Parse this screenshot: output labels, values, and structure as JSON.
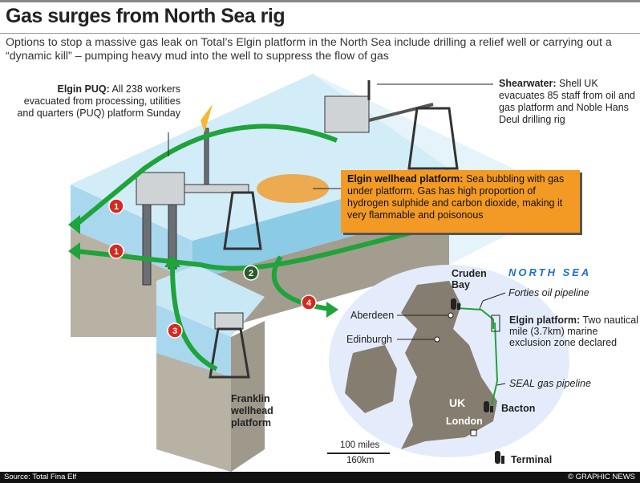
{
  "title": "Gas surges from North Sea rig",
  "subtitle": "Options to stop a massive gas leak on Total’s Elgin platform in the North Sea include drilling a relief well or carrying out a “dynamic kill” – pumping heavy mud into the well to suppress the flow of gas",
  "labels": {
    "puq_head": "Elgin PUQ:",
    "puq_text": " All 238 workers evacuated from processing, utilities and quarters (PUQ) platform Sunday",
    "shear_head": "Shearwater:",
    "shear_text": " Shell UK evacuates 85 staff from oil and gas platform and Noble Hans Deul drilling rig",
    "wellhead_head": "Elgin wellhead platform:",
    "wellhead_text": " Sea bubbling with gas under platform. Gas has high proportion of hydrogen sulphide and carbon dioxide, making it very flammable and poisonous",
    "franklin": "Franklin wellhead platform"
  },
  "badges": [
    "1",
    "1",
    "2",
    "3",
    "4"
  ],
  "map": {
    "north_sea": "NORTH SEA",
    "cruden": "Cruden Bay",
    "forties": "Forties oil pipeline",
    "aberdeen": "Aberdeen",
    "edinburgh": "Edinburgh",
    "elgin_head": "Elgin platform:",
    "elgin_text": " Two nautical mile (3.7km) marine exclusion zone declared",
    "seal": "SEAL gas pipeline",
    "uk": "UK",
    "london": "London",
    "bacton": "Bacton",
    "terminal": "Terminal",
    "scale_miles": "100 miles",
    "scale_km": "160km"
  },
  "footer": {
    "source": "Source: Total Fina Elf",
    "copyright": "© GRAPHIC NEWS"
  },
  "colors": {
    "arrow": "#1fa33a",
    "badge": "#d42a1f",
    "callout": "#f39a25",
    "sea": "#c9e8f5",
    "land": "#857d70"
  }
}
